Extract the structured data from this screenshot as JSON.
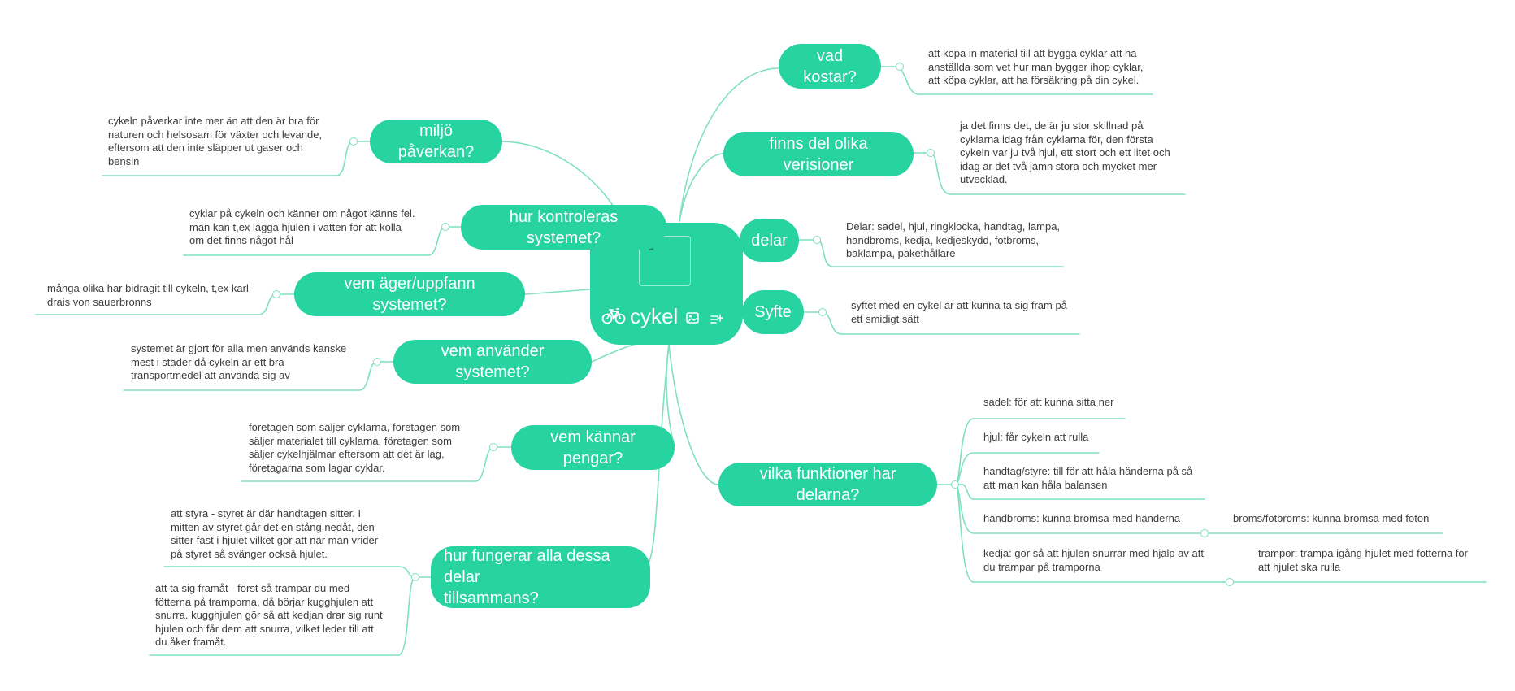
{
  "colors": {
    "accent": "#27d3a0",
    "line": "#7fe0c1",
    "text": "#3d3d3d"
  },
  "central": {
    "title": "cykel",
    "icons": [
      "bicycle-icon",
      "image-icon",
      "note-list-icon"
    ]
  },
  "right_topics": [
    {
      "label": "vad kostar?",
      "note": [
        "att köpa in material till att bygga cyklar att ha",
        "anställda som vet hur man bygger ihop cyklar,",
        "att köpa cyklar, att ha försäkring på din cykel."
      ]
    },
    {
      "label": "finns del olika verisioner",
      "note": [
        "ja det finns det, de är ju stor skillnad på",
        "cyklarna idag från cyklarna för, den första",
        "cykeln var ju två hjul, ett stort och ett litet och",
        "idag är det två jämn stora och mycket mer",
        "utvecklad."
      ]
    },
    {
      "label": "delar",
      "note": [
        "Delar: sadel, hjul, ringklocka, handtag, lampa,",
        "handbroms, kedja, kedjeskydd, fotbroms,",
        "baklampa, pakethållare"
      ]
    },
    {
      "label": "Syfte",
      "note": [
        "syftet med en cykel är att kunna ta sig fram på",
        "ett smidigt sätt"
      ]
    },
    {
      "label": "vilka funktioner har delarna?",
      "subnotes": [
        [
          "sadel: för att kunna sitta ner"
        ],
        [
          "hjul: får cykeln att rulla"
        ],
        [
          "handtag/styre: till för att håla händerna på så",
          "att man kan håla balansen"
        ],
        [
          "handbroms: kunna bromsa med händerna"
        ],
        [
          "kedja: gör så att hjulen snurrar med hjälp av att",
          "du trampar på tramporna"
        ]
      ],
      "subsubnotes": [
        [
          "broms/fotbroms: kunna bromsa med foton"
        ],
        [
          "trampor: trampa igång hjulet med fötterna för",
          "att hjulet ska rulla"
        ]
      ]
    }
  ],
  "left_topics": [
    {
      "label": "miljö påverkan?",
      "note": [
        "cykeln påverkar inte mer än att den är bra för",
        "naturen och helsosam för växter och levande,",
        "eftersom att den inte släpper ut gaser och",
        "bensin"
      ]
    },
    {
      "label": "hur kontroleras systemet?",
      "note": [
        "cyklar på cykeln och känner om något känns fel.",
        "man kan t,ex lägga hjulen i vatten för att kolla",
        "om det finns något hål"
      ]
    },
    {
      "label": "vem äger/uppfann systemet?",
      "note": [
        "många olika har bidragit till cykeln, t,ex karl",
        "drais von sauerbronns"
      ]
    },
    {
      "label": "vem använder systemet?",
      "note": [
        "systemet är gjort för alla men används kanske",
        "mest i städer då cykeln är ett bra",
        "transportmedel att använda sig av"
      ]
    },
    {
      "label": "vem kännar pengar?",
      "note": [
        "företagen som säljer cyklarna, företagen som",
        "säljer materialet till cyklarna, företagen som",
        "säljer cykelhjälmar eftersom att det är lag,",
        "företagarna som lagar cyklar."
      ]
    },
    {
      "label": [
        "hur fungerar alla dessa delar",
        "tillsammans?"
      ],
      "notes": [
        [
          "att styra - styret är där handtagen sitter. I",
          "mitten av styret går det en stång nedåt, den",
          "sitter fast i hjulet vilket gör att när man vrider",
          "på styret så svänger också hjulet."
        ],
        [
          "att ta sig framåt - först så trampar du med",
          "fötterna på tramporna, då börjar kugghjulen att",
          "snurra. kugghjulen gör så att kedjan drar sig runt",
          "hjulen och får dem att snurra, vilket leder till att",
          "du åker framåt."
        ]
      ]
    }
  ]
}
